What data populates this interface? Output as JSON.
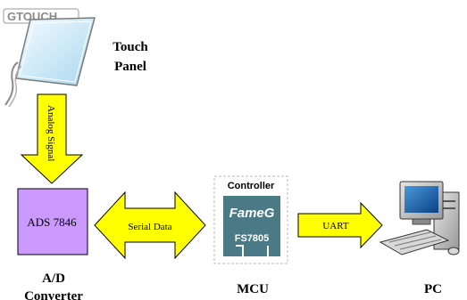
{
  "logo_text": "GTOUCH",
  "touch_panel": {
    "line1": "Touch",
    "line2": "Panel"
  },
  "analog_signal": "Analog Signal",
  "adc": {
    "chip": "ADS 7846",
    "line1": "A/D",
    "line2": "Converter"
  },
  "serial_data": "Serial Data",
  "controller": {
    "title": "Controller",
    "brand": "FameG",
    "model": "FS7805"
  },
  "uart": "UART",
  "mcu_label": "MCU",
  "pc_label": "PC",
  "colors": {
    "arrow_fill": "#ffff00",
    "chip_fill": "#cc99ff",
    "controller_fill": "#4a7a86"
  },
  "icons": {
    "pc": "desktop-computer-icon",
    "touch_panel": "touch-panel-icon"
  }
}
